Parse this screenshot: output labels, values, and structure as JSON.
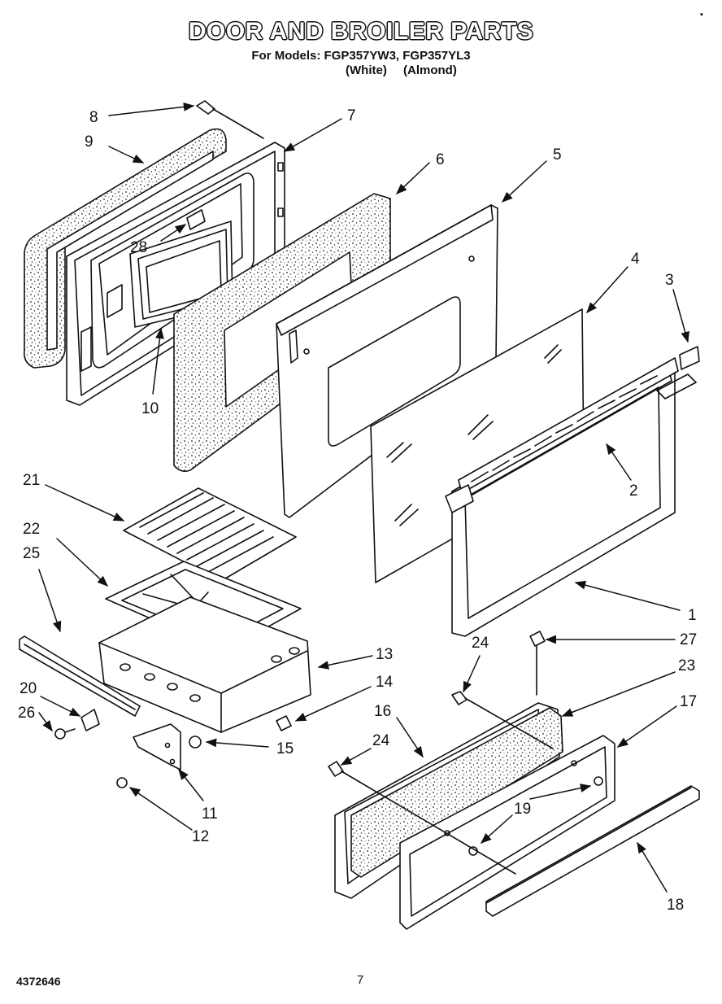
{
  "header": {
    "title": "DOOR AND BROILER PARTS",
    "subtitle": "For Models: FGP357YW3, FGP357YL3",
    "color_white": "(White)",
    "color_almond": "(Almond)"
  },
  "footer": {
    "doc_number": "4372646",
    "page_number": "7"
  },
  "corner_mark": "▪",
  "callouts": [
    "1",
    "2",
    "3",
    "4",
    "5",
    "6",
    "7",
    "8",
    "9",
    "10",
    "11",
    "12",
    "13",
    "14",
    "15",
    "16",
    "17",
    "18",
    "19",
    "19",
    "20",
    "21",
    "22",
    "23",
    "24",
    "24",
    "25",
    "26",
    "27",
    "28"
  ]
}
